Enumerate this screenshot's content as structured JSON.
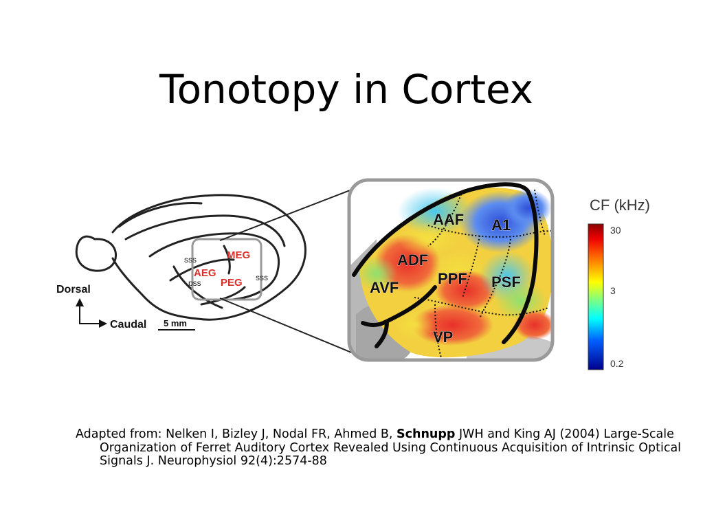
{
  "slide": {
    "title": "Tonotopy in Cortex"
  },
  "brain": {
    "labels": {
      "meg": "MEG",
      "aeg": "AEG",
      "peg": "PEG",
      "sss_top": "sss",
      "sss_right": "sss",
      "pss": "pss"
    },
    "orientation": {
      "dorsal": "Dorsal",
      "caudal": "Caudal",
      "scale": "5 mm"
    }
  },
  "map": {
    "fields": {
      "aaf": "AAF",
      "a1": "A1",
      "adf": "ADF",
      "avf": "AVF",
      "ppf": "PPF",
      "psf": "PSF",
      "vp": "VP"
    }
  },
  "colorbar": {
    "title": "CF (kHz)",
    "ticks": [
      "30",
      "3",
      "0.2"
    ],
    "colors": [
      "#8b0000",
      "#ff0000",
      "#ff8c00",
      "#ffff00",
      "#7fff7f",
      "#00ffff",
      "#0080ff",
      "#0000cd",
      "#00008b"
    ]
  },
  "citation": {
    "prefix": "Adapted from: Nelken I, Bizley J, Nodal FR, Ahmed B,",
    "bold_author": "Schnupp",
    "suffix": "JWH and King AJ (2004) Large-Scale Organization of Ferret Auditory Cortex Revealed Using Continuous Acquisition of Intrinsic Optical Signals J. Neurophysiol 92(4):2574-88"
  }
}
